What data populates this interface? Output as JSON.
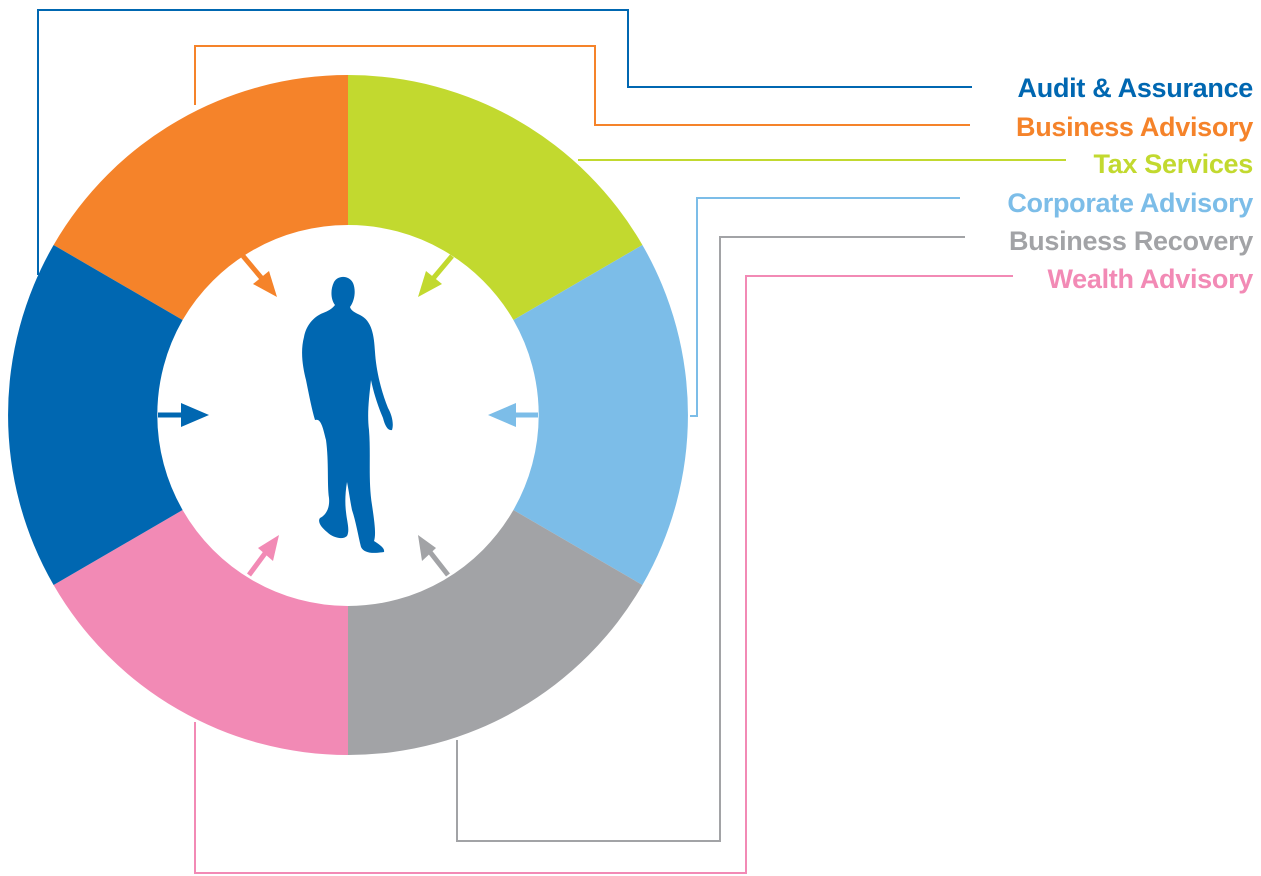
{
  "services": [
    {
      "id": "audit-assurance",
      "label": "Audit & Assurance",
      "color": "#0067b1"
    },
    {
      "id": "business-advisory",
      "label": "Business Advisory",
      "color": "#f5832a"
    },
    {
      "id": "tax-services",
      "label": "Tax Services",
      "color": "#c2d92f"
    },
    {
      "id": "corporate-advisory",
      "label": "Corporate Advisory",
      "color": "#7cbde8"
    },
    {
      "id": "business-recovery",
      "label": "Business Recovery",
      "color": "#a2a3a6"
    },
    {
      "id": "wealth-advisory",
      "label": "Wealth Advisory",
      "color": "#f28ab5"
    }
  ],
  "center": {
    "icon": "person-walking-icon",
    "color": "#0067b1"
  }
}
